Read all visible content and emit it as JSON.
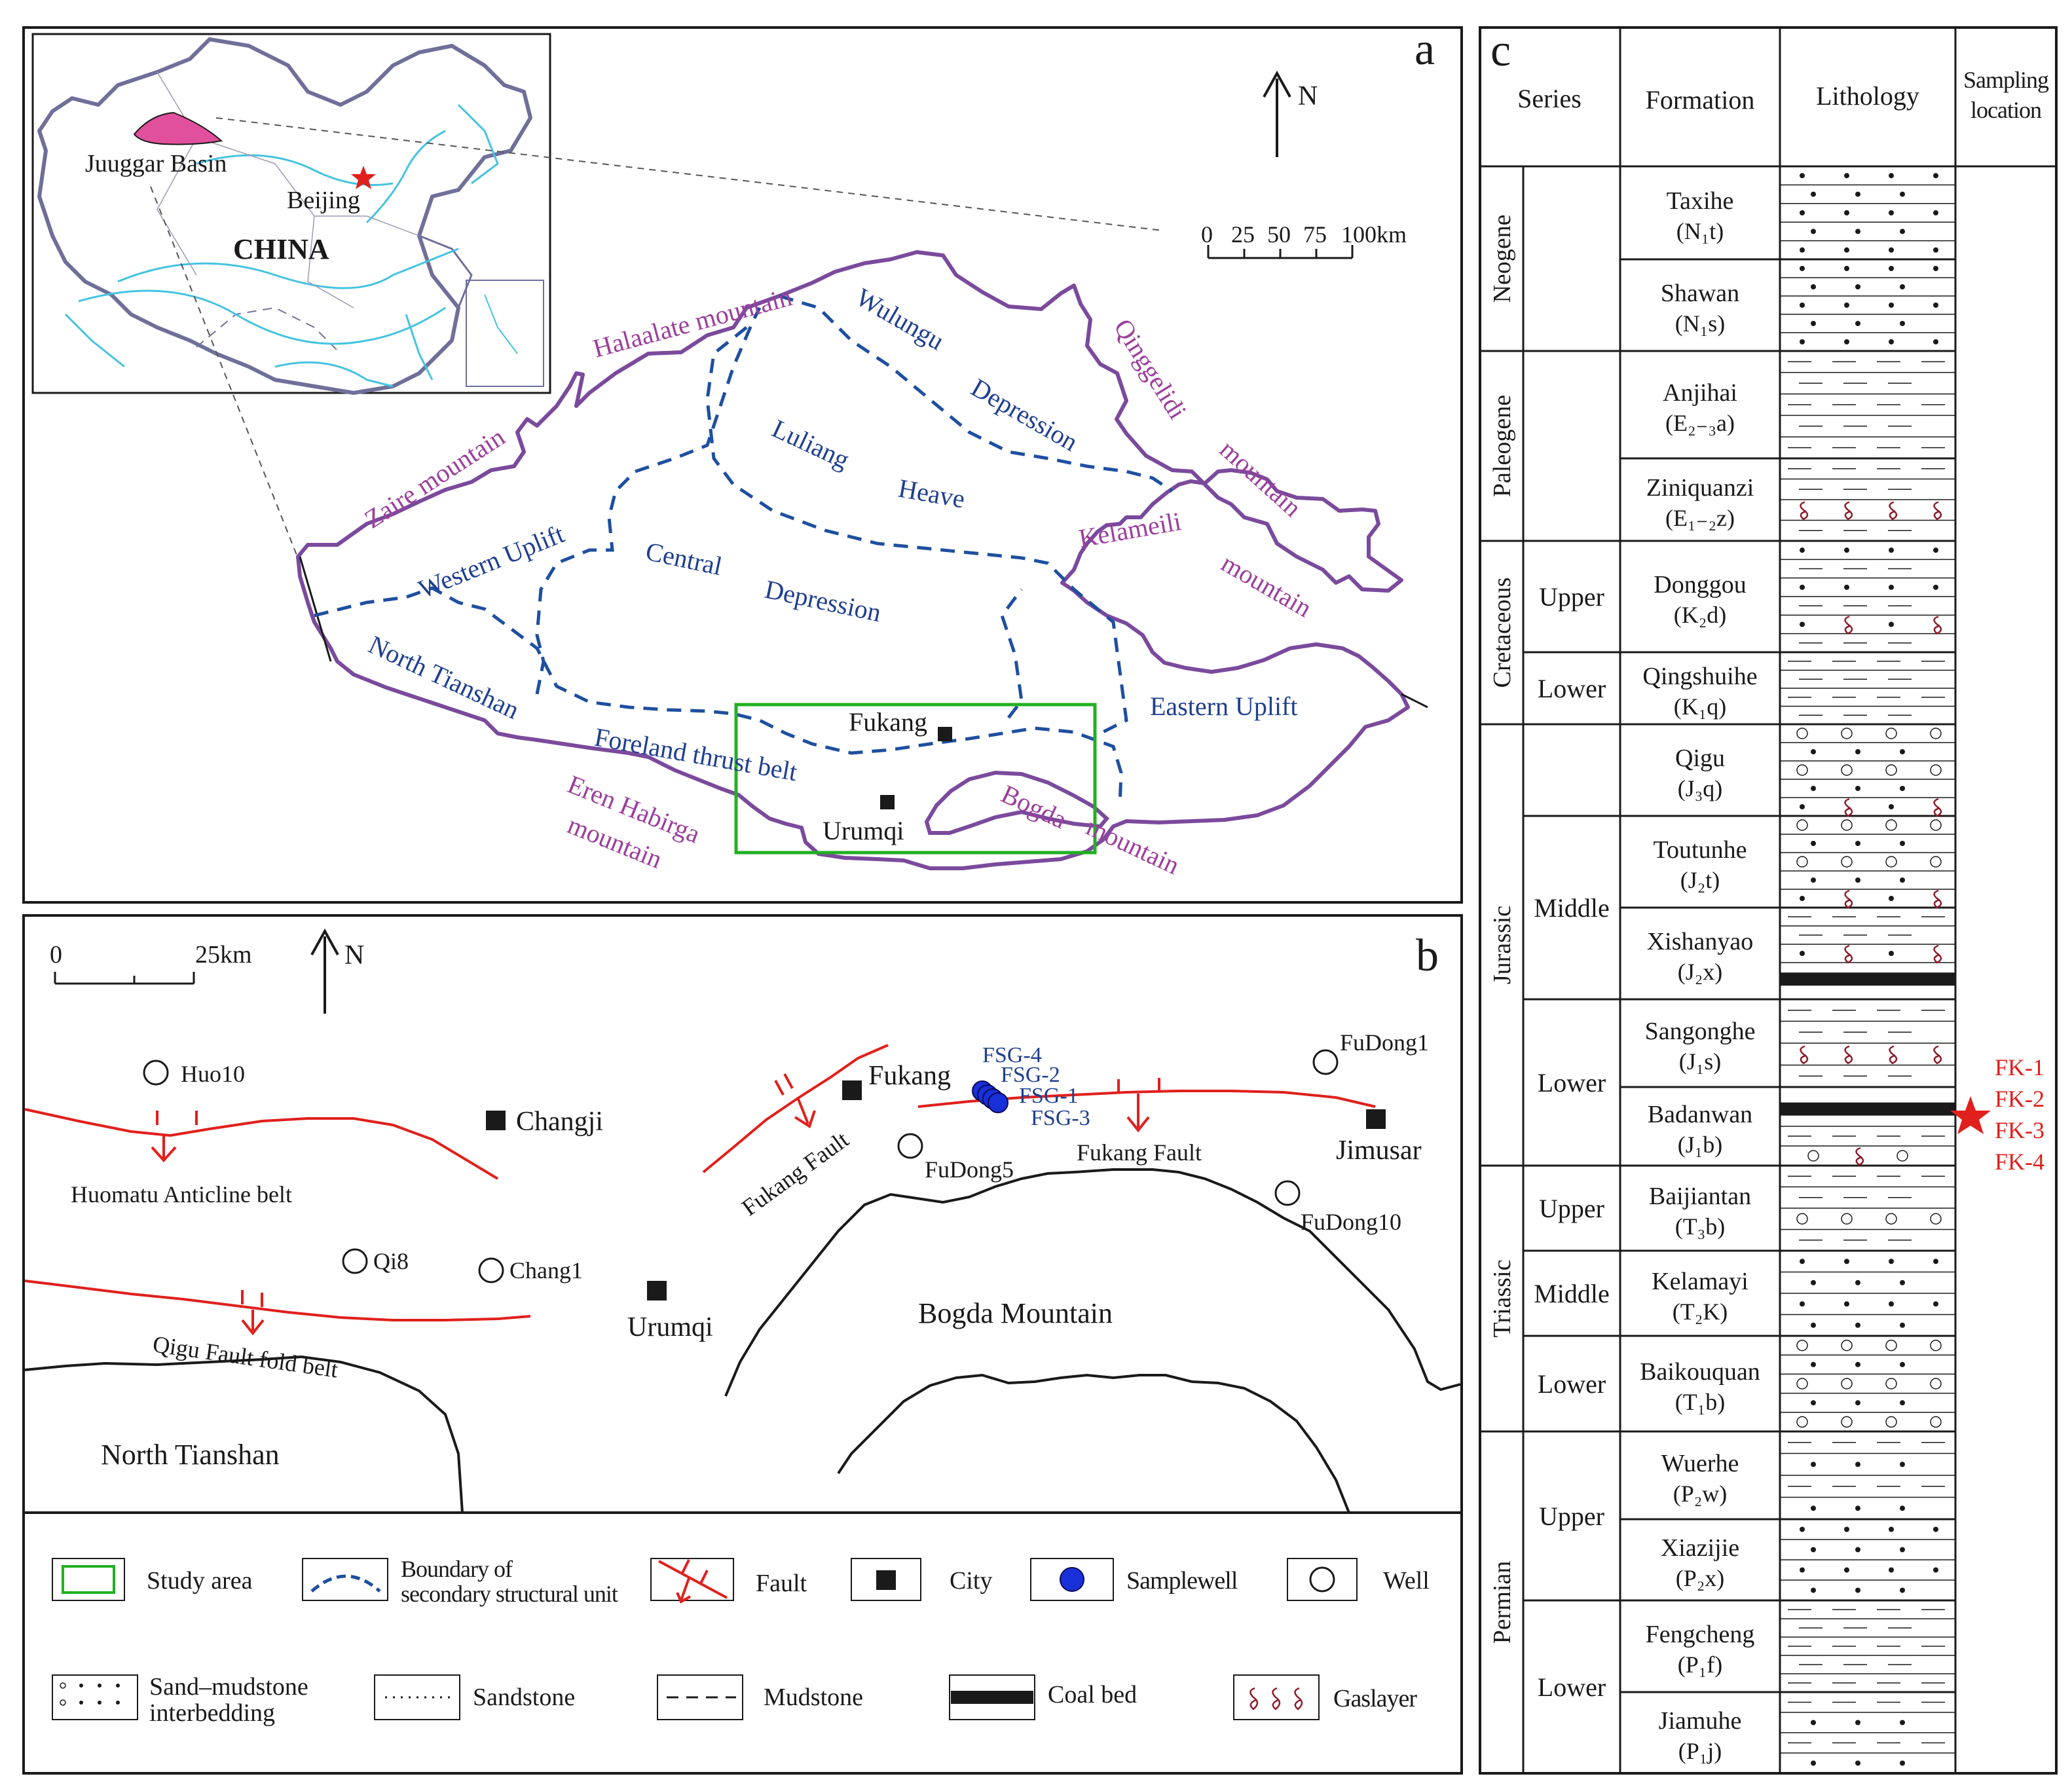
{
  "colors": {
    "basin_outline": "#7a4a9c",
    "unit_boundary": "#1e4fa0",
    "structure_label": "#1f3f8f",
    "mountain_label": "#9b3f9b",
    "study_area": "#22b022",
    "fault": "#e0201c",
    "sample_well": "#1830d8",
    "gas_layer": "#8b1a2a",
    "china_border": "#6f6f9a",
    "rivers": "#45c3e0",
    "basin_fill": "#e0509c",
    "star": "#e0201c"
  },
  "panel_a": {
    "letter": "a",
    "north": "N",
    "scale": {
      "ticks": [
        "0",
        "25",
        "50",
        "75",
        "100km"
      ]
    },
    "inset": {
      "basin": "Juuggar Basin",
      "capital": "Beijing",
      "country": "CHINA"
    },
    "units": [
      {
        "name": "western-uplift-label",
        "text": "Western Uplift"
      },
      {
        "name": "wulungu-label",
        "text": "Wulungu"
      },
      {
        "name": "depression-label-1",
        "text": "Depression"
      },
      {
        "name": "luliang-label",
        "text": "Luliang"
      },
      {
        "name": "heave-label",
        "text": "Heave"
      },
      {
        "name": "central-label",
        "text": "Central"
      },
      {
        "name": "depression-label-2",
        "text": "Depression"
      },
      {
        "name": "north-tianshan-label",
        "text": "North Tianshan"
      },
      {
        "name": "foreland-label",
        "text": "Foreland thrust belt"
      },
      {
        "name": "eastern-uplift-label",
        "text": "Eastern Uplift"
      }
    ],
    "mountains": [
      {
        "name": "halaalate-label",
        "text": "Halaalate mountain"
      },
      {
        "name": "zaire-label",
        "text": "Zaire mountain"
      },
      {
        "name": "qinggelidi-label",
        "text": "Qinggelidi"
      },
      {
        "name": "qinggelidi-mountain-label",
        "text": "mountain"
      },
      {
        "name": "kelameili-label",
        "text": "Kelameili"
      },
      {
        "name": "kelameili-mountain-label",
        "text": "mountain"
      },
      {
        "name": "eren-label",
        "text": "Eren Habirga"
      },
      {
        "name": "eren-mountain-label",
        "text": "mountain"
      },
      {
        "name": "bogda-label",
        "text": "Bogda"
      },
      {
        "name": "bogda-mountain-label",
        "text": "mountain"
      }
    ],
    "cities": [
      {
        "name": "fukang-label",
        "text": "Fukang"
      },
      {
        "name": "urumqi-label",
        "text": "Urumqi"
      }
    ]
  },
  "panel_b": {
    "letter": "b",
    "north": "N",
    "scale": {
      "start": "0",
      "end": "25km"
    },
    "wells": [
      "Huo10",
      "Qi8",
      "Chang1",
      "FuDong5",
      "FuDong1",
      "FuDong10"
    ],
    "sample_wells": [
      "FSG-4",
      "FSG-2",
      "FSG-1",
      "FSG-3"
    ],
    "cities": [
      "Changji",
      "Fukang",
      "Urumqi",
      "Jimusar"
    ],
    "faults": [
      "Huomatu Anticline belt",
      "Qigu Fault fold belt",
      "Fukang Fault",
      "Fukang Fault"
    ],
    "regions": [
      "Bogda Mountain",
      "North Tianshan"
    ]
  },
  "legend": {
    "study_area": "Study area",
    "boundary_line1": "Boundary of",
    "boundary_line2": "secondary structural unit",
    "fault": "Fault",
    "city": "City",
    "sample_well": "Samplewell",
    "well": "Well",
    "sand_mud_line1": "Sand–mudstone",
    "sand_mud_line2": "interbedding",
    "sandstone": "Sandstone",
    "mudstone": "Mudstone",
    "coal": "Coal bed",
    "gas": "Gaslayer"
  },
  "panel_c": {
    "letter": "c",
    "headers": {
      "series": "Series",
      "formation": "Formation",
      "lithology": "Lithology",
      "sampling_line1": "Sampling",
      "sampling_line2": "location"
    },
    "systems": [
      "Neogene",
      "Paleogene",
      "Cretaceous",
      "Jurassic",
      "Triassic",
      "Permian"
    ],
    "series": [
      "Upper",
      "Lower",
      "Middle",
      "Lower",
      "Upper",
      "Middle",
      "Lower",
      "Upper",
      "Lower"
    ],
    "formations": [
      {
        "name": "Taxihe",
        "code": "(N₁t)",
        "lith": "sand"
      },
      {
        "name": "Shawan",
        "code": "(N₁s)",
        "lith": "sand"
      },
      {
        "name": "Anjihai",
        "code": "(E₂₋₃a)",
        "lith": "mud"
      },
      {
        "name": "Ziniquanzi",
        "code": "(E₁₋₂z)",
        "lith": "mudgas"
      },
      {
        "name": "Donggou",
        "code": "(K₂d)",
        "lith": "sandgas"
      },
      {
        "name": "Qingshuihe",
        "code": "(K₁q)",
        "lith": "mud"
      },
      {
        "name": "Qigu",
        "code": "(J₃q)",
        "lith": "pebblegas"
      },
      {
        "name": "Toutunhe",
        "code": "(J₂t)",
        "lith": "pebblegas"
      },
      {
        "name": "Xishanyao",
        "code": "(J₂x)",
        "lith": "mudgascoal"
      },
      {
        "name": "Sangonghe",
        "code": "(J₁s)",
        "lith": "mudgas"
      },
      {
        "name": "Badanwan",
        "code": "(J₁b)",
        "lith": "coalgas"
      },
      {
        "name": "Baijiantan",
        "code": "(T₃b)",
        "lith": "mudpebble"
      },
      {
        "name": "Kelamayi",
        "code": "(T₂K)",
        "lith": "sand"
      },
      {
        "name": "Baikouquan",
        "code": "(T₁b)",
        "lith": "pebble"
      },
      {
        "name": "Wuerhe",
        "code": "(P₂w)",
        "lith": "mudsand"
      },
      {
        "name": "Xiazijie",
        "code": "(P₂x)",
        "lith": "sand"
      },
      {
        "name": "Fengcheng",
        "code": "(P₁f)",
        "lith": "mud"
      },
      {
        "name": "Jiamuhe",
        "code": "(P₁j)",
        "lith": "mudsand"
      }
    ],
    "samples": [
      "FK-1",
      "FK-2",
      "FK-3",
      "FK-4"
    ]
  }
}
